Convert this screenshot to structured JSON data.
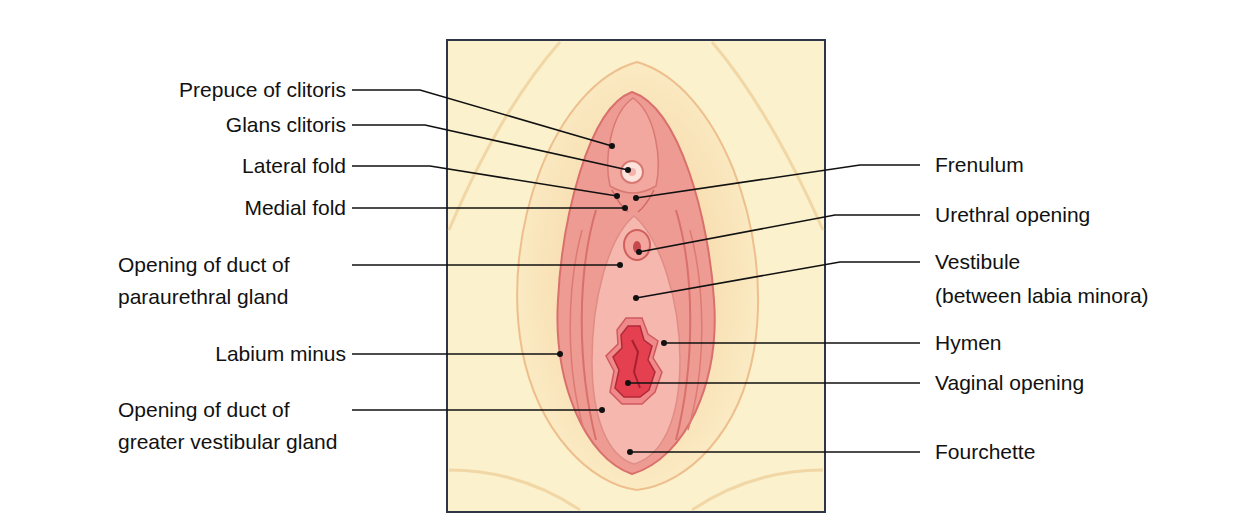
{
  "diagram": {
    "labels": [
      "Prepuce of clitoris",
      "Glans clitoris",
      "Lateral fold",
      "Medial fold",
      "Opening of duct of paraurethral gland",
      "Labium minus",
      "Opening of duct of greater vestibular gland",
      "Frenulum",
      "Urethral opening",
      "Vestibule (between labia minora)",
      "Hymen",
      "Vaginal opening",
      "Fourchette"
    ]
  }
}
